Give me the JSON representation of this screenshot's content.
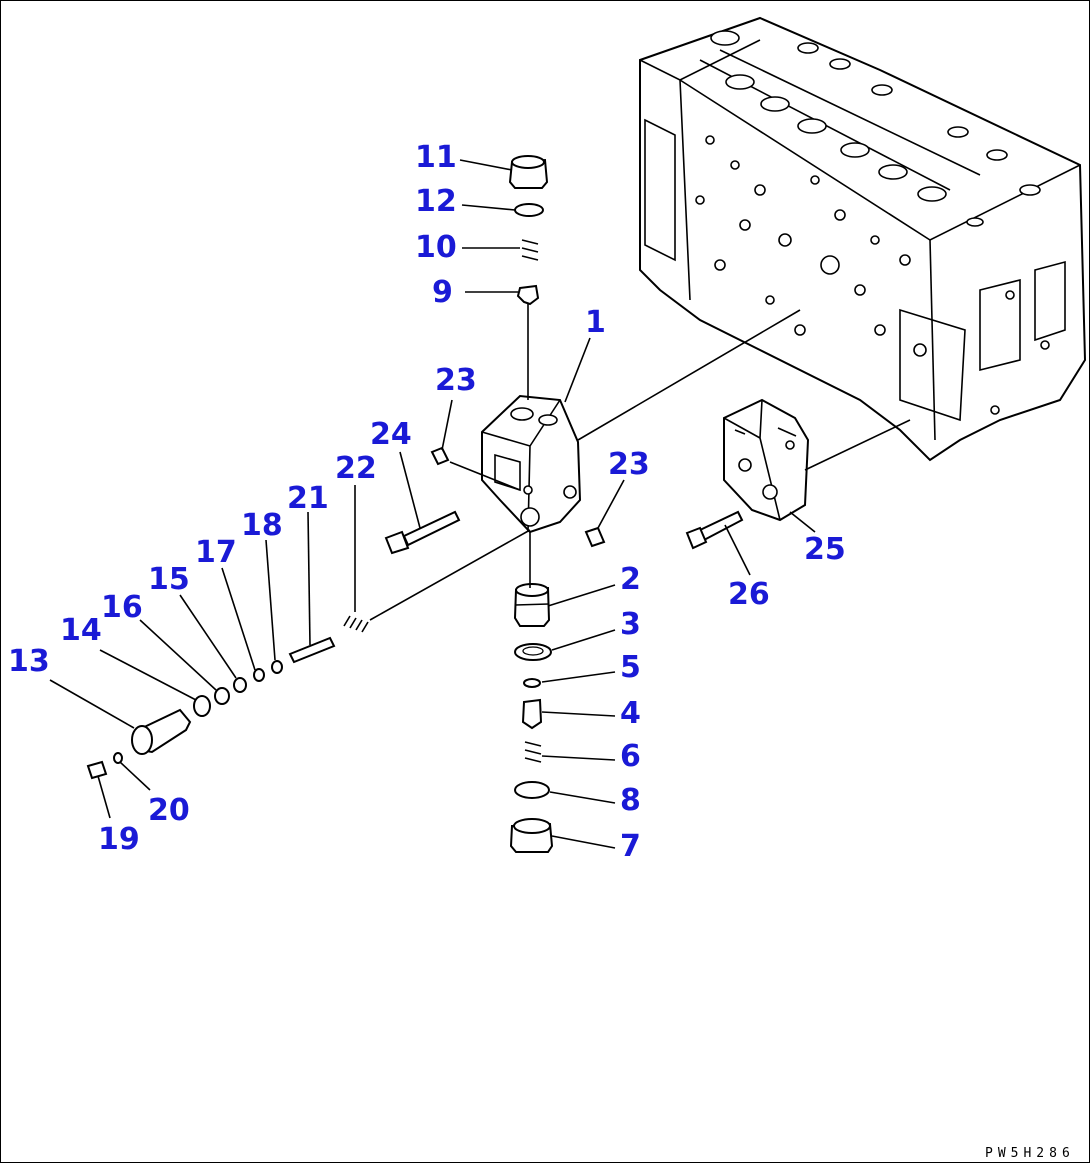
{
  "drawing_code": "PW5H286",
  "labels": [
    {
      "id": "1",
      "text": "1"
    },
    {
      "id": "2",
      "text": "2"
    },
    {
      "id": "3",
      "text": "3"
    },
    {
      "id": "4",
      "text": "4"
    },
    {
      "id": "5",
      "text": "5"
    },
    {
      "id": "6",
      "text": "6"
    },
    {
      "id": "7",
      "text": "7"
    },
    {
      "id": "8",
      "text": "8"
    },
    {
      "id": "9",
      "text": "9"
    },
    {
      "id": "10",
      "text": "10"
    },
    {
      "id": "11",
      "text": "11"
    },
    {
      "id": "12",
      "text": "12"
    },
    {
      "id": "13",
      "text": "13"
    },
    {
      "id": "14",
      "text": "14"
    },
    {
      "id": "15",
      "text": "15"
    },
    {
      "id": "16",
      "text": "16"
    },
    {
      "id": "17",
      "text": "17"
    },
    {
      "id": "18",
      "text": "18"
    },
    {
      "id": "19",
      "text": "19"
    },
    {
      "id": "20",
      "text": "20"
    },
    {
      "id": "21",
      "text": "21"
    },
    {
      "id": "22",
      "text": "22"
    },
    {
      "id": "23a",
      "text": "23"
    },
    {
      "id": "23b",
      "text": "23"
    },
    {
      "id": "24",
      "text": "24"
    },
    {
      "id": "25",
      "text": "25"
    },
    {
      "id": "26",
      "text": "26"
    }
  ]
}
